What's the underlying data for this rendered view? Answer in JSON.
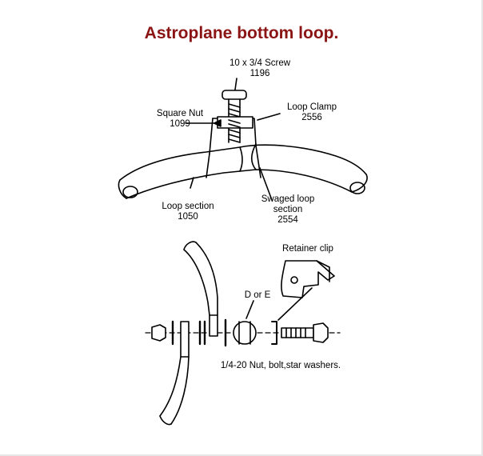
{
  "title": "Astroplane bottom loop.",
  "labels": {
    "screw": {
      "name": "10 x 3/4 Screw",
      "part": "1196"
    },
    "square_nut": {
      "name": "Square Nut",
      "part": "1099"
    },
    "loop_clamp": {
      "name": "Loop Clamp",
      "part": "2556"
    },
    "loop_section": {
      "name": "Loop section",
      "part": "1050"
    },
    "swaged_loop": {
      "name": "Swaged loop",
      "sub": "section",
      "part": "2554"
    },
    "retainer_clip": {
      "name": "Retainer clip"
    },
    "d_or_e": {
      "name": "D or E"
    },
    "hardware": {
      "name": "1/4-20 Nut, bolt,star washers."
    }
  }
}
